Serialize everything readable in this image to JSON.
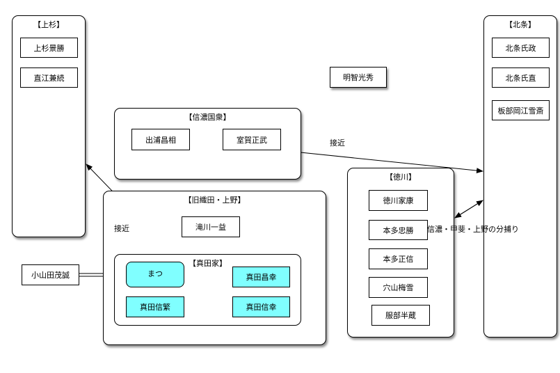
{
  "groups": {
    "uesugi": {
      "title": "【上杉】",
      "members": [
        "上杉景勝",
        "直江兼続"
      ]
    },
    "hojo": {
      "title": "【北条】",
      "members": [
        "北条氏政",
        "北条氏直",
        "板部岡江雪斎"
      ]
    },
    "shinano": {
      "title": "【信濃国衆】",
      "members": [
        "出浦昌相",
        "室賀正武"
      ]
    },
    "tokugawa": {
      "title": "【徳川】",
      "members": [
        "徳川家康",
        "本多忠勝",
        "本多正信",
        "穴山梅雪",
        "服部半蔵"
      ]
    },
    "kyu_oda": {
      "title": "【旧織田・上野】",
      "members": [
        "滝川一益"
      ]
    },
    "sanada": {
      "title": "【真田家】",
      "members": [
        "まつ",
        "真田昌幸",
        "真田信繁",
        "真田信幸"
      ]
    }
  },
  "standalone": {
    "akechi": "明智光秀",
    "oyamada": "小山田茂誠"
  },
  "edge_labels": {
    "shinano_hojo": "接近",
    "matsu_uesugi": "接近",
    "tokugawa_hojo": "信濃・甲斐・上野の分捕り"
  }
}
